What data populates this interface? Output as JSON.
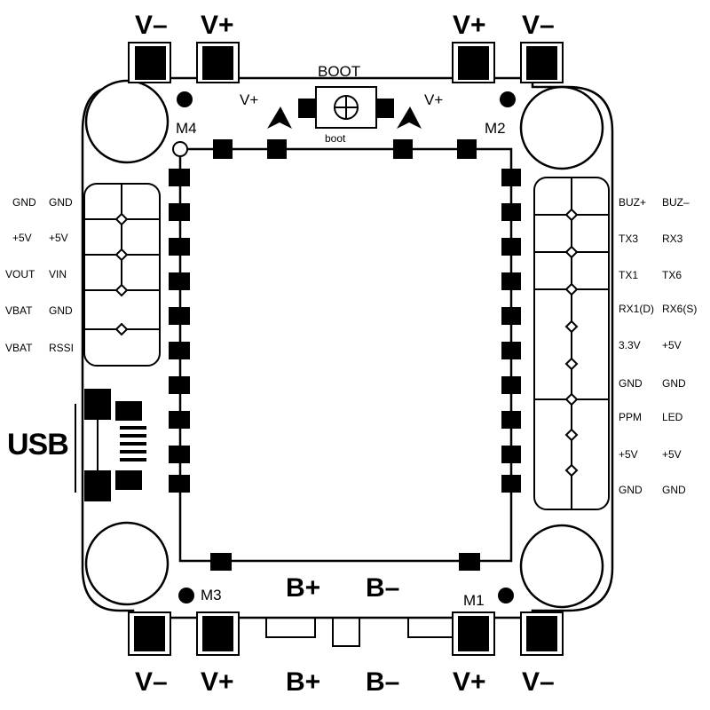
{
  "board": {
    "usb_label": "USB",
    "boot_label": "BOOT",
    "boot_sub_label": "boot",
    "motor_labels": {
      "m1": "M1",
      "m2": "M2",
      "m3": "M3",
      "m4": "M4"
    },
    "top_pads": {
      "left_minus": "V–",
      "left_plus": "V+",
      "right_plus": "V+",
      "right_minus": "V–"
    },
    "top_inner": {
      "left": "V+",
      "right": "V+"
    },
    "bottom_pads": {
      "left_minus": "V–",
      "left_plus": "V+",
      "batt_plus": "B+",
      "batt_minus": "B–",
      "right_plus": "V+",
      "right_minus": "V–"
    },
    "battery_inner": {
      "plus": "B+",
      "minus": "B–"
    },
    "left_header": [
      {
        "a": "GND",
        "b": "GND"
      },
      {
        "a": "+5V",
        "b": "+5V"
      },
      {
        "a": "VOUT",
        "b": "VIN"
      },
      {
        "a": "VBAT",
        "b": "GND"
      },
      {
        "a": "VBAT",
        "b": "RSSI"
      }
    ],
    "right_header": [
      {
        "a": "BUZ+",
        "b": "BUZ–"
      },
      {
        "a": "TX3",
        "b": "RX3"
      },
      {
        "a": "TX1",
        "b": "TX6"
      },
      {
        "a": "RX1(D)",
        "b": "RX6(S)"
      },
      {
        "a": "3.3V",
        "b": "+5V"
      },
      {
        "a": "GND",
        "b": "GND"
      },
      {
        "a": "PPM",
        "b": "LED"
      },
      {
        "a": "+5V",
        "b": "+5V"
      },
      {
        "a": "GND",
        "b": "GND"
      }
    ]
  }
}
